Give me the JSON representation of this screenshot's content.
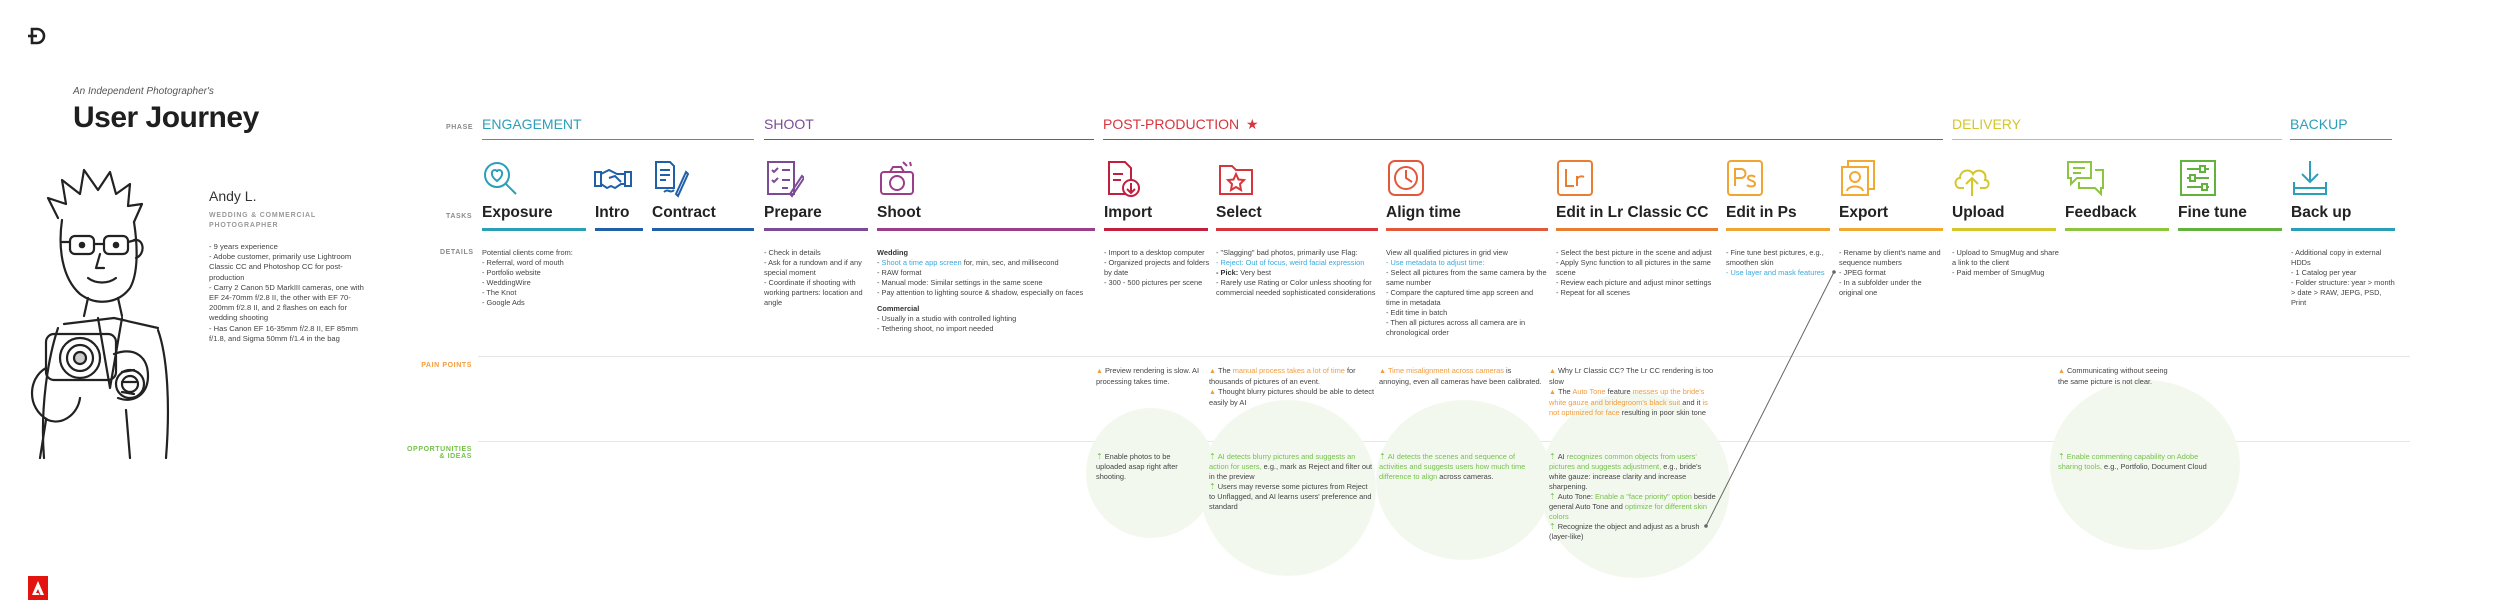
{
  "header": {
    "subtitle": "An Independent Photographer's",
    "title": "User Journey"
  },
  "persona": {
    "name": "Andy L.",
    "role": "WEDDING & COMMERCIAL PHOTOGRAPHER",
    "details": [
      "- 9 years experience",
      "- Adobe customer, primarily use Lightroom Classic CC and Photoshop CC for post-production",
      "- Carry 2 Canon 5D MarkIII cameras, one with EF 24-70mm f/2.8 II, the other with EF 70-200mm f/2.8 II, and 2 flashes on each for wedding shooting",
      "- Has Canon EF 16-35mm f/2.8 II, EF 85mm f/1.8, and Sigma 50mm f/1.4 in the bag"
    ]
  },
  "row_labels": {
    "phase": "PHASE",
    "tasks": "TASKS",
    "details": "DETAILS",
    "pain": "PAIN POINTS",
    "opp_1": "OPPORTUNITIES",
    "opp_2": "& IDEAS"
  },
  "phases": [
    {
      "label": "ENGAGEMENT",
      "color": "#2b9fb8"
    },
    {
      "label": "SHOOT",
      "color": "#7b4c95"
    },
    {
      "label": "POST-PRODUCTION",
      "color": "#d8343c",
      "star": "★"
    },
    {
      "label": "DELIVERY",
      "color": "#d3c72c"
    },
    {
      "label": "BACKUP",
      "color": "#2b9fb8"
    }
  ],
  "tasks": [
    {
      "label": "Exposure",
      "color": "#2b9fb8",
      "icon": "search-heart-icon"
    },
    {
      "label": "Intro",
      "color": "#2060a8",
      "icon": "handshake-icon"
    },
    {
      "label": "Contract",
      "color": "#2060a8",
      "icon": "contract-icon"
    },
    {
      "label": "Prepare",
      "color": "#7b4c95",
      "icon": "checklist-icon"
    },
    {
      "label": "Shoot",
      "color": "#9c3d8a",
      "icon": "camera-icon"
    },
    {
      "label": "Import",
      "color": "#c21f3e",
      "icon": "import-icon"
    },
    {
      "label": "Select",
      "color": "#d8343c",
      "icon": "star-folder-icon"
    },
    {
      "label": "Align time",
      "color": "#e2583a",
      "icon": "clock-icon"
    },
    {
      "label": "Edit in Lr Classic CC",
      "color": "#e87e31",
      "icon": "lightroom-icon"
    },
    {
      "label": "Edit in Ps",
      "color": "#f0a431",
      "icon": "photoshop-icon"
    },
    {
      "label": "Export",
      "color": "#f2a931",
      "icon": "export-icon"
    },
    {
      "label": "Upload",
      "color": "#d3c72c",
      "icon": "upload-cloud-icon"
    },
    {
      "label": "Feedback",
      "color": "#8cc63f",
      "icon": "feedback-icon"
    },
    {
      "label": "Fine tune",
      "color": "#62b33e",
      "icon": "sliders-icon"
    },
    {
      "label": "Back up",
      "color": "#2b9fb8",
      "icon": "download-tray-icon"
    }
  ],
  "details": {
    "exposure": [
      "Potential clients come from:",
      "- Referral, word of mouth",
      "- Portfolio website",
      "- WeddingWire",
      "- The Knot",
      "- Google Ads"
    ],
    "prepare": [
      "- Check in details",
      "- Ask for a rundown and if any special moment",
      "- Coordinate if shooting with working partners: location and angle"
    ],
    "shoot_h1": "Wedding",
    "shoot_a": [
      "Shoot a time app screen",
      "for, min, sec, and millisecond"
    ],
    "shoot_b": [
      "- RAW format",
      "- Manual mode: Similar settings in the same scene",
      "- Pay attention to lighting source & shadow, especially on faces"
    ],
    "shoot_h2": "Commercial",
    "shoot_c": [
      "- Usually in a studio with controlled lighting",
      "- Tethering shoot, no import needed"
    ],
    "import": [
      "- Import to a desktop computer",
      "- Organized projects and folders by date",
      "- 300 - 500 pictures per scene"
    ],
    "select_a": "- \"Slagging\" bad photos, primarily use Flag:",
    "select_reject_k": "- Reject:",
    "select_reject_v": "Out of focus, weird facial expression",
    "select_pick_k": "- Pick:",
    "select_pick_v": "Very best",
    "select_b": "- Rarely use Rating or Color unless shooting for commercial needed sophisticated considerations",
    "align_a": "View all qualified pictures in grid view",
    "align_hl": "- Use metadata to adjust time:",
    "align_b": [
      "- Select all pictures from the same camera by the same number",
      "- Compare the captured time app screen and time in metadata",
      "- Edit time in batch",
      "- Then all pictures across all camera are in chronological order"
    ],
    "edit_lr": [
      "- Select the best picture in the scene and adjust",
      "- Apply Sync function to all pictures in the same scene",
      "- Review each picture and adjust minor settings",
      "- Repeat for all scenes"
    ],
    "edit_ps_a": "- Fine tune best pictures, e.g., smoothen skin",
    "edit_ps_hl": "- Use layer and mask features",
    "export": [
      "- Rename by client's name and sequence numbers",
      "- JPEG format",
      "- In a subfolder under the original one"
    ],
    "upload": [
      "- Upload to SmugMug and share a link to the client",
      "- Paid member of SmugMug"
    ],
    "backup": [
      "- Additional copy in external HDDs",
      "- 1 Catalog per year",
      "- Folder structure: year > month > date > RAW, JEPG, PSD, Print"
    ]
  },
  "pain_points": {
    "import": "Preview rendering is slow. AI processing takes time.",
    "select_1_a": "The",
    "select_1_hl": "manual process takes a lot of time",
    "select_1_b": "for thousands of pictures of an event.",
    "select_2": "Thought blurry pictures should be able to detect easily by AI",
    "align_hl": "Time misalignment across cameras",
    "align_b": "is annoying, even all cameras have been calibrated.",
    "edit_1": "Why Lr Classic CC? The Lr CC rendering is too slow",
    "edit_2_a": "The",
    "edit_2_hl1": "Auto Tone",
    "edit_2_b": "feature",
    "edit_2_hl2": "messes up the bride's white gauze and bridegroom's black suit",
    "edit_2_c": "and it",
    "edit_2_hl3": "is not optimized for face",
    "edit_2_d": "resulting in poor skin tone",
    "feedback": "Communicating without seeing the same picture is not clear."
  },
  "opportunities": {
    "import": "Enable photos to be uploaded asap right after shooting.",
    "select_1_hl": "AI detects blurry pictures and suggests an action for users,",
    "select_1_b": "e.g., mark as Reject and filter out in the preview",
    "select_2": "Users may reverse some pictures from Reject to Unflagged, and AI learns users' preference and standard",
    "align_hl": "AI detects the scenes and sequence of activities and suggests users how much time difference to align",
    "align_b": "across cameras.",
    "edit_1_a": "AI",
    "edit_1_hl": "recognizes common objects from users' pictures and suggests adjustment,",
    "edit_1_b": "e.g., bride's white gauze: increase clarity and increase sharpening.",
    "edit_2_a": "Auto Tone:",
    "edit_2_hl": "Enable a \"face priority\" option",
    "edit_2_b": "beside general Auto Tone and",
    "edit_2_hl2": "optimize for different skin colors",
    "edit_3": "Recognize the object and adjust as a brush (layer-like)",
    "feedback_hl": "Enable commenting capability on Adobe sharing tools,",
    "feedback_b": "e.g., Portfolio, Document Cloud"
  },
  "colors": {
    "accent_orange": "#f39c3d",
    "accent_green": "#74c24a",
    "accent_blue": "#3aa9e0",
    "adobe_red": "#e3140f"
  }
}
